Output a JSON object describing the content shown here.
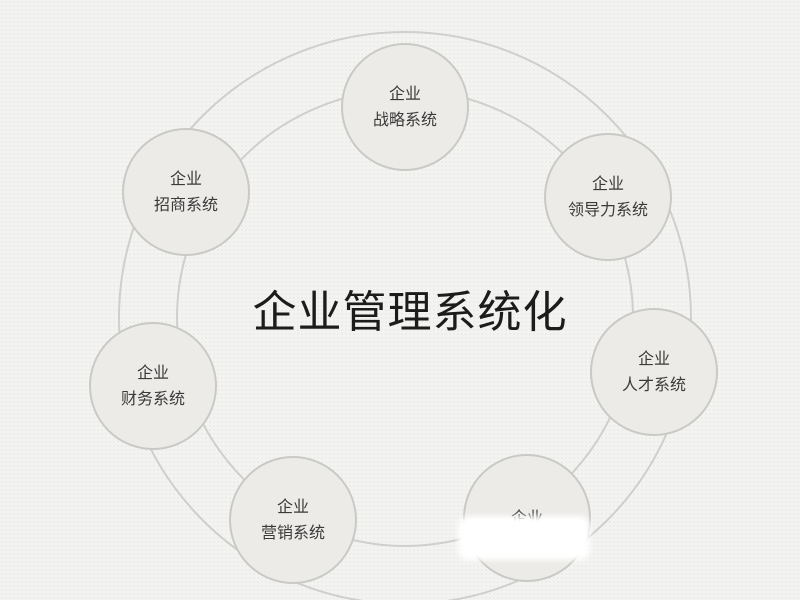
{
  "center_title": "企业管理系统化",
  "nodes": {
    "strategy": {
      "line1": "企业",
      "line2": "战略系统"
    },
    "investment": {
      "line1": "企业",
      "line2": "招商系统"
    },
    "leadership": {
      "line1": "企业",
      "line2": "领导力系统"
    },
    "talent": {
      "line1": "企业",
      "line2": "人才系统"
    },
    "finance": {
      "line1": "企业",
      "line2": "财务系统"
    },
    "marketing": {
      "line1": "企业",
      "line2": "营销系统"
    },
    "last": {
      "line1": "企业"
    }
  },
  "colors": {
    "ring": "#cfcfcc",
    "node_fill": "#ecebe8",
    "node_border": "#c9c9c6",
    "title": "#1c1c1c",
    "text": "#3a3a3a"
  }
}
